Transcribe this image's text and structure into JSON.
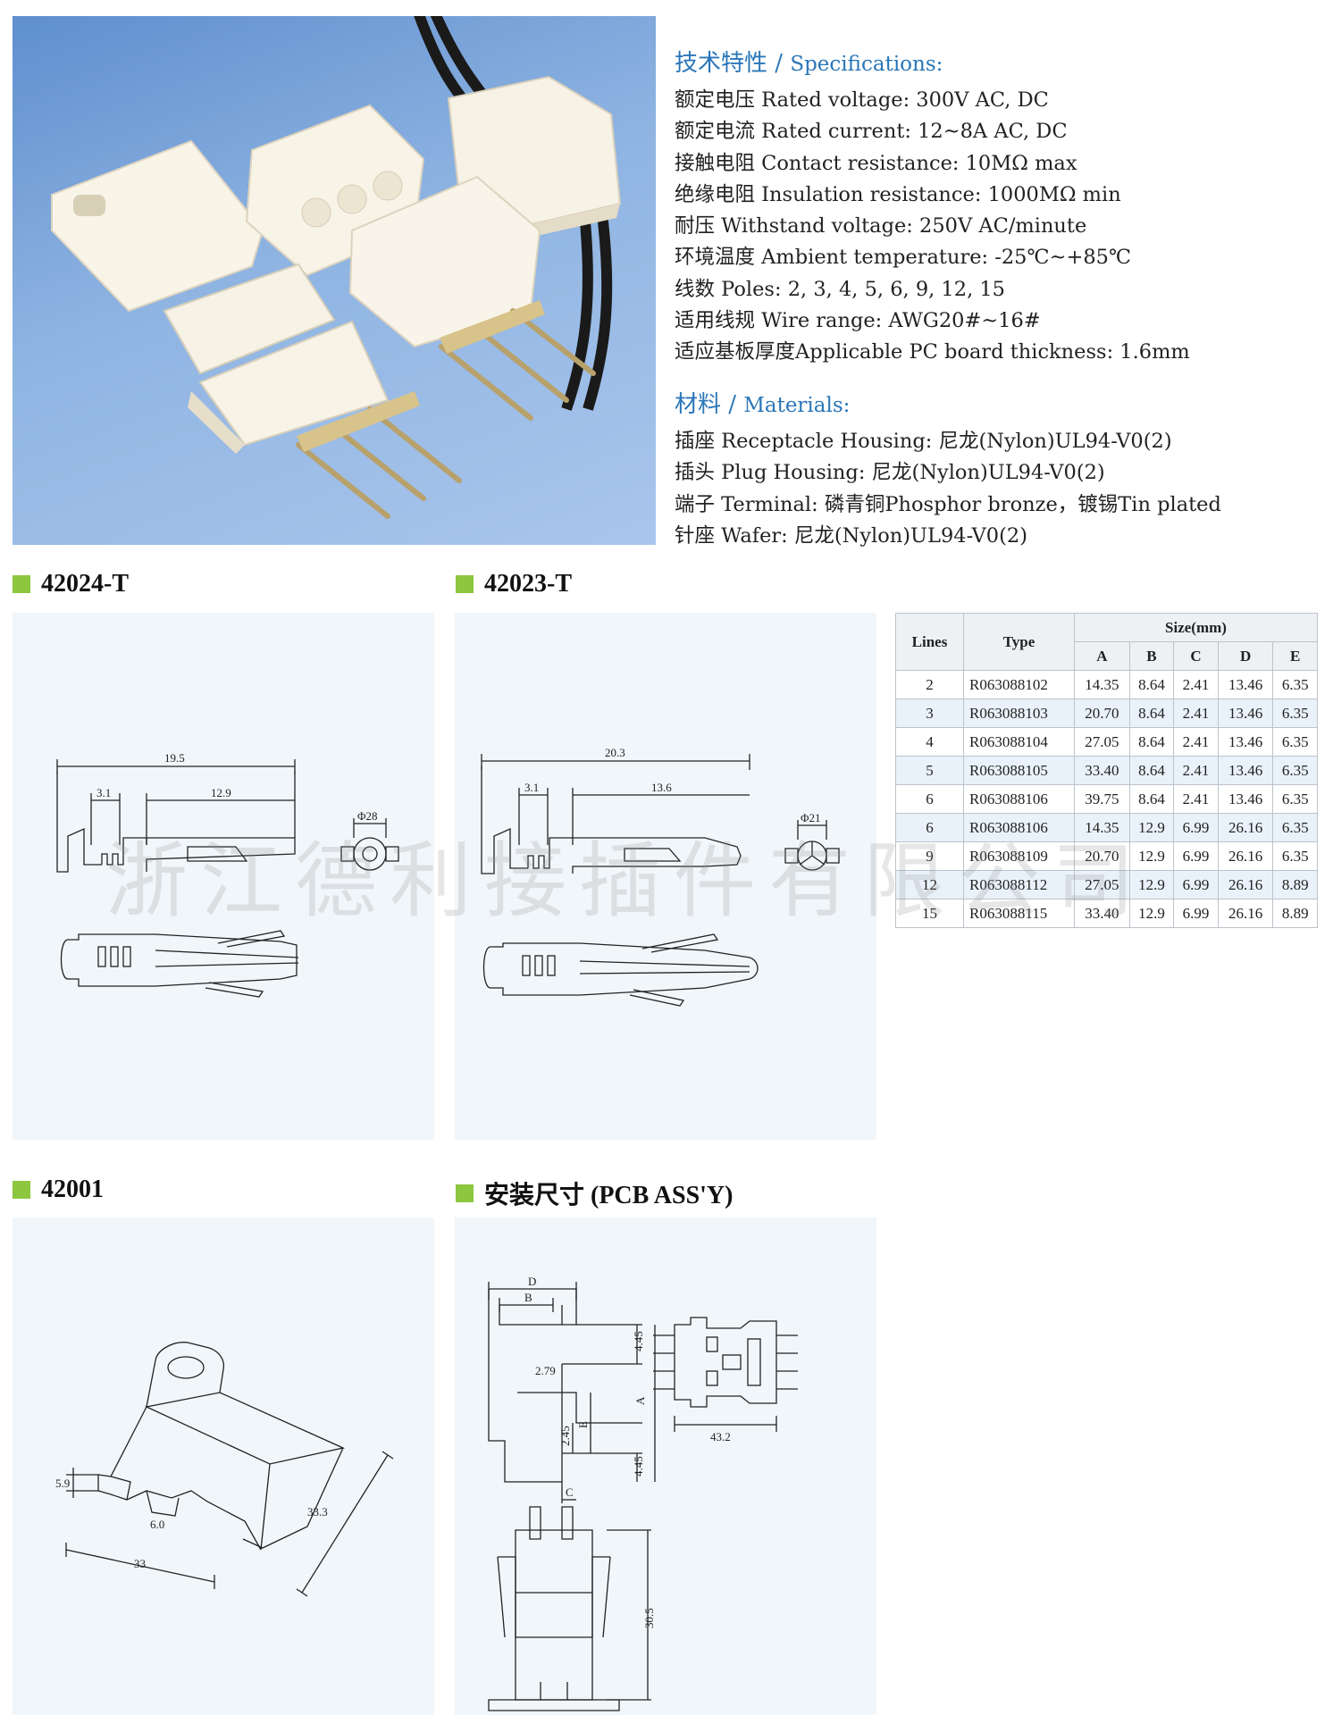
{
  "specifications": {
    "heading_cn": "技术特性",
    "heading_sep": " / ",
    "heading_en": "Specifications:",
    "items": [
      "额定电压 Rated voltage: 300V AC, DC",
      "额定电流 Rated current: 12~8A AC, DC",
      "接触电阻 Contact resistance: 10MΩ max",
      "绝缘电阻 Insulation resistance: 1000MΩ min",
      "耐压 Withstand voltage: 250V AC/minute",
      "环境温度 Ambient temperature: -25℃~+85℃",
      "线数 Poles: 2, 3, 4, 5, 6, 9, 12, 15",
      "适用线规 Wire range: AWG20#~16#",
      "适应基板厚度Applicable PC board thickness: 1.6mm"
    ]
  },
  "materials": {
    "heading_cn": "材料",
    "heading_sep": " / ",
    "heading_en": "Materials:",
    "items": [
      "插座 Receptacle Housing: 尼龙(Nylon)UL94-V0(2)",
      "插头 Plug Housing: 尼龙(Nylon)UL94-V0(2)",
      "端子 Terminal: 磷青铜Phosphor bronze，镀锡Tin plated",
      "针座 Wafer: 尼龙(Nylon)UL94-V0(2)"
    ]
  },
  "sections": {
    "s1": "42024-T",
    "s2": "42023-T",
    "s3": "42001",
    "s4": "安装尺寸 (PCB ASS'Y)"
  },
  "drawing_42024": {
    "total": "19.5",
    "a": "3.1",
    "b": "12.9",
    "dia": "Φ28"
  },
  "drawing_42023": {
    "total": "20.3",
    "a": "3.1",
    "b": "13.6",
    "dia": "Φ21"
  },
  "drawing_42001": {
    "h": "5.9",
    "slot": "6.0",
    "w": "33",
    "d": "33.3"
  },
  "drawing_pcb": {
    "d": "D",
    "b": "B",
    "p1": "4.45",
    "p2": "2.79",
    "a": "A",
    "e": "E",
    "p3": "2.45",
    "p4": "4.45",
    "c": "C",
    "w": "43.2",
    "h": "30.5"
  },
  "table": {
    "head": {
      "lines": "Lines",
      "type": "Type",
      "size": "Size(mm)",
      "a": "A",
      "b": "B",
      "c": "C",
      "d": "D",
      "e": "E"
    },
    "rows": [
      [
        "2",
        "R063088102",
        "14.35",
        "8.64",
        "2.41",
        "13.46",
        "6.35"
      ],
      [
        "3",
        "R063088103",
        "20.70",
        "8.64",
        "2.41",
        "13.46",
        "6.35"
      ],
      [
        "4",
        "R063088104",
        "27.05",
        "8.64",
        "2.41",
        "13.46",
        "6.35"
      ],
      [
        "5",
        "R063088105",
        "33.40",
        "8.64",
        "2.41",
        "13.46",
        "6.35"
      ],
      [
        "6",
        "R063088106",
        "39.75",
        "8.64",
        "2.41",
        "13.46",
        "6.35"
      ],
      [
        "6",
        "R063088106",
        "14.35",
        "12.9",
        "6.99",
        "26.16",
        "6.35"
      ],
      [
        "9",
        "R063088109",
        "20.70",
        "12.9",
        "6.99",
        "26.16",
        "6.35"
      ],
      [
        "12",
        "R063088112",
        "27.05",
        "12.9",
        "6.99",
        "26.16",
        "8.89"
      ],
      [
        "15",
        "R063088115",
        "33.40",
        "12.9",
        "6.99",
        "26.16",
        "8.89"
      ]
    ]
  },
  "watermark": "浙江德利接插件有限公司"
}
